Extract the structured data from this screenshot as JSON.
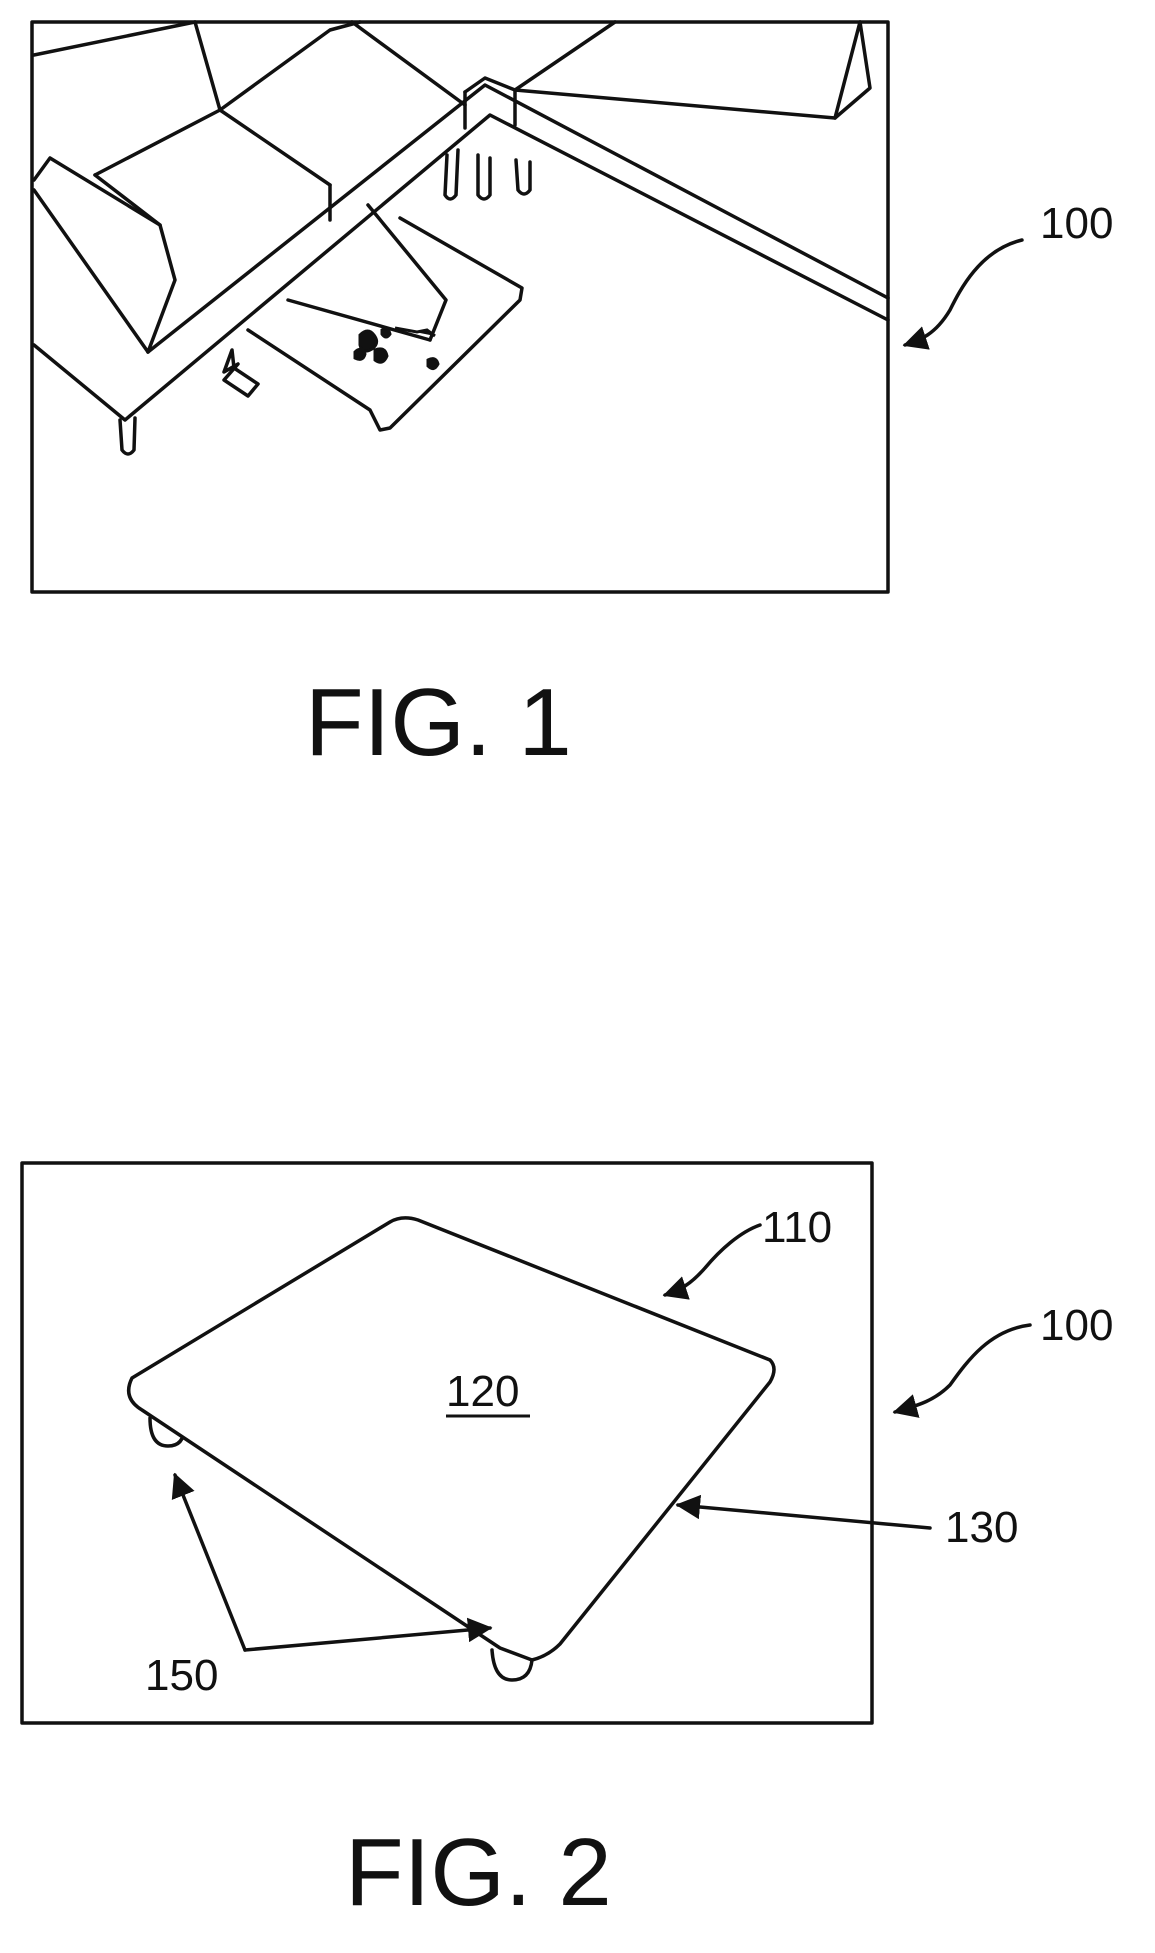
{
  "figures": [
    {
      "caption": "FIG. 1",
      "labels": {
        "ref_100": "100"
      }
    },
    {
      "caption": "FIG. 2",
      "labels": {
        "ref_100": "100",
        "ref_110": "110",
        "ref_120": "120",
        "ref_130": "130",
        "ref_150": "150"
      }
    }
  ],
  "colors": {
    "ink": "#111111",
    "paper": "#ffffff"
  }
}
